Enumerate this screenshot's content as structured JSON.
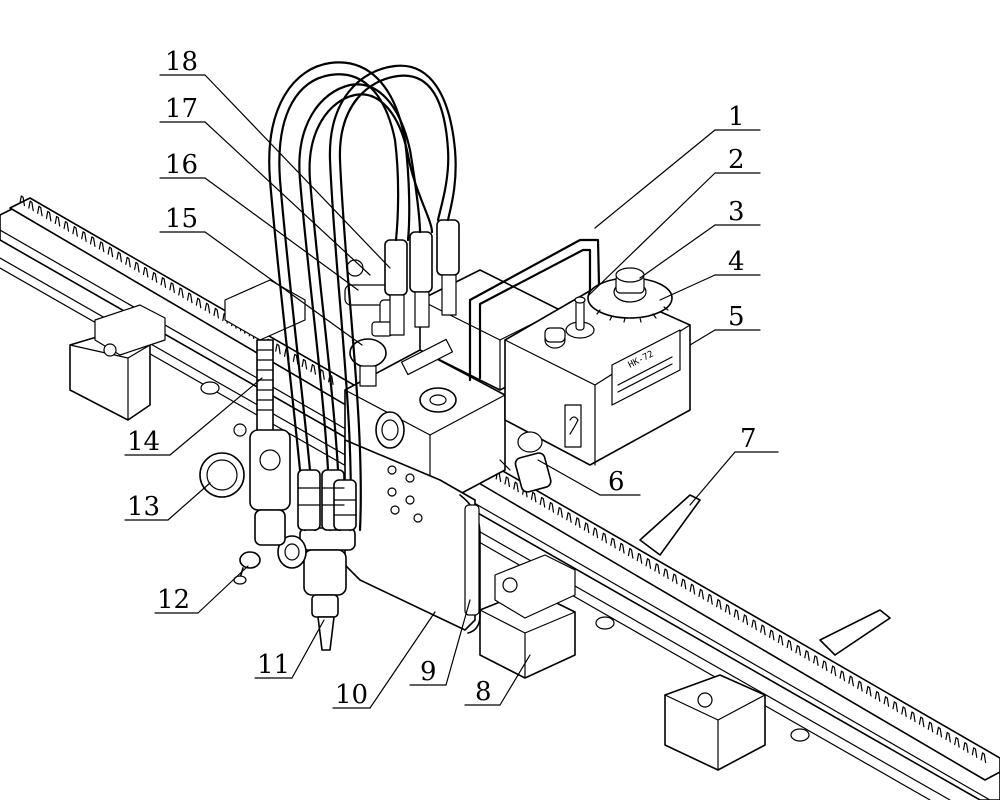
{
  "figure": {
    "labels": [
      {
        "id": "1",
        "text": "1"
      },
      {
        "id": "2",
        "text": "2"
      },
      {
        "id": "3",
        "text": "3"
      },
      {
        "id": "4",
        "text": "4"
      },
      {
        "id": "5",
        "text": "5"
      },
      {
        "id": "6",
        "text": "6"
      },
      {
        "id": "7",
        "text": "7"
      },
      {
        "id": "8",
        "text": "8"
      },
      {
        "id": "9",
        "text": "9"
      },
      {
        "id": "10",
        "text": "10"
      },
      {
        "id": "11",
        "text": "11"
      },
      {
        "id": "12",
        "text": "12"
      },
      {
        "id": "13",
        "text": "13"
      },
      {
        "id": "14",
        "text": "14"
      },
      {
        "id": "15",
        "text": "15"
      },
      {
        "id": "16",
        "text": "16"
      },
      {
        "id": "17",
        "text": "17"
      },
      {
        "id": "18",
        "text": "18"
      }
    ],
    "nameplate_text": "HK-72"
  }
}
